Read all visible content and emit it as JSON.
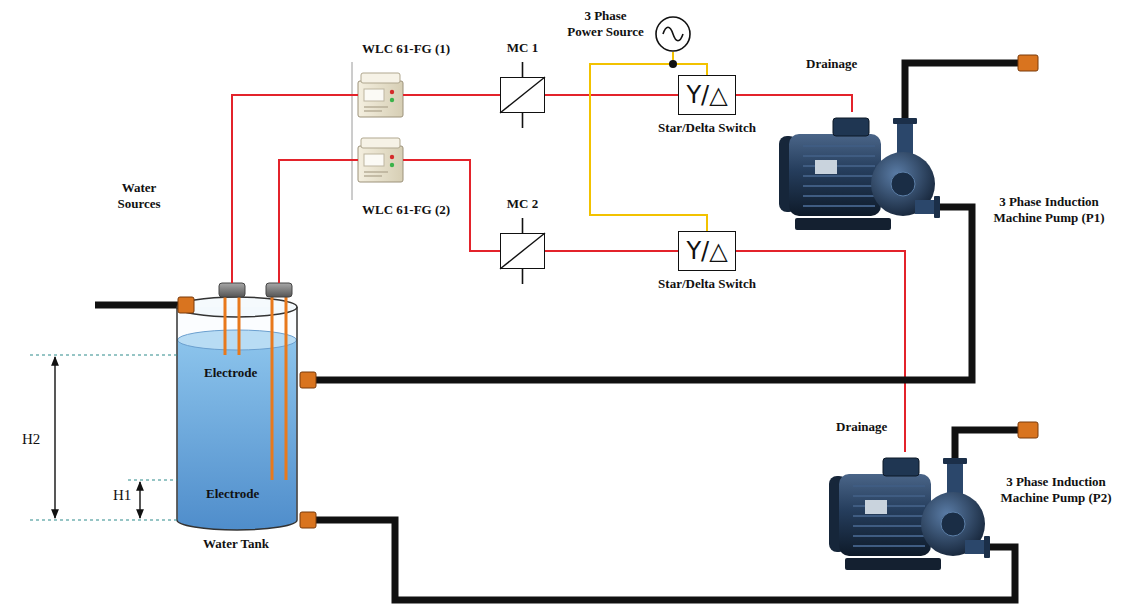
{
  "diagram": {
    "nodes": [
      {
        "text": [
          "3 Phase Power Source"
        ]
      },
      {
        "text": [
          "WLC 61-FG (1)"
        ]
      },
      {
        "text": [
          "MC 1"
        ]
      },
      {
        "text": [
          "Y/△",
          "Star/Delta Switch"
        ]
      },
      {
        "text": [
          "3 Phase Induction Machine Pump (P1)"
        ]
      },
      {
        "text": [
          "WLC 61-FG (2)"
        ]
      },
      {
        "text": [
          "MC 2"
        ]
      },
      {
        "text": [
          "Y/△",
          "Star/Delta Switch"
        ]
      },
      {
        "text": [
          "3 Phase Induction Machine Pump (P2)"
        ]
      },
      {
        "text": [
          "Water Tank"
        ]
      }
    ],
    "edges": [
      {
        "from": 9,
        "to": 1,
        "arrow": "none"
      },
      {
        "from": 1,
        "to": 2,
        "arrow": "none"
      },
      {
        "from": 2,
        "to": 3,
        "arrow": "none"
      },
      {
        "from": 3,
        "to": 4,
        "arrow": "none"
      },
      {
        "from": 0,
        "to": 3,
        "arrow": "none"
      },
      {
        "from": 9,
        "to": 5,
        "arrow": "none"
      },
      {
        "from": 5,
        "to": 6,
        "arrow": "none"
      },
      {
        "from": 6,
        "to": 7,
        "arrow": "none"
      },
      {
        "from": 7,
        "to": 8,
        "arrow": "none"
      },
      {
        "from": 0,
        "to": 7,
        "arrow": "none"
      },
      {
        "from": 9,
        "to": 4,
        "arrow": "none"
      },
      {
        "from": 9,
        "to": 8,
        "arrow": "none"
      }
    ],
    "labels": [
      "Water Sources",
      "Electrode",
      "Electrode",
      "H2",
      "H1",
      "Drainage",
      "Drainage"
    ]
  }
}
